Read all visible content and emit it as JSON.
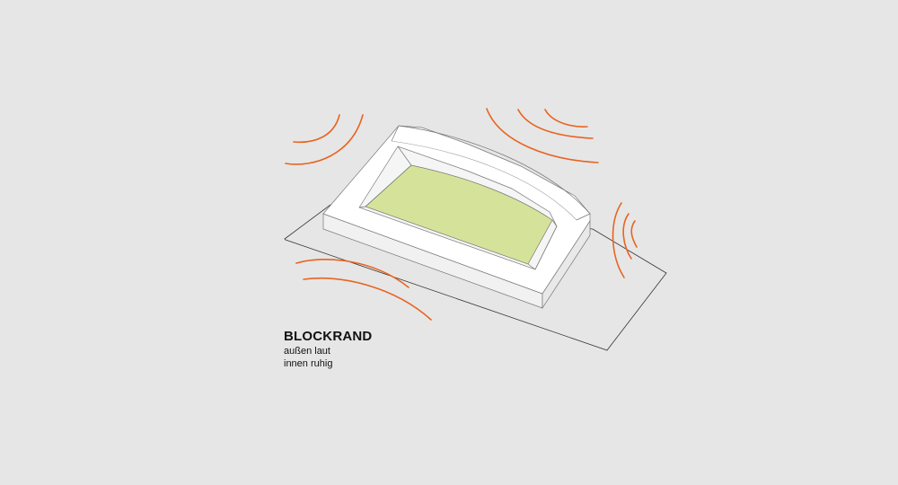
{
  "caption": {
    "title": "BLOCKRAND",
    "line1": "außen laut",
    "line2": "innen ruhig"
  },
  "colors": {
    "background": "#e6e6e7",
    "building": "#ffffff",
    "courtyard": "#d5e39a",
    "noise": "#e8641e",
    "outline": "#333333"
  },
  "icons": {
    "noise_waves": "orange-arc-lines"
  }
}
